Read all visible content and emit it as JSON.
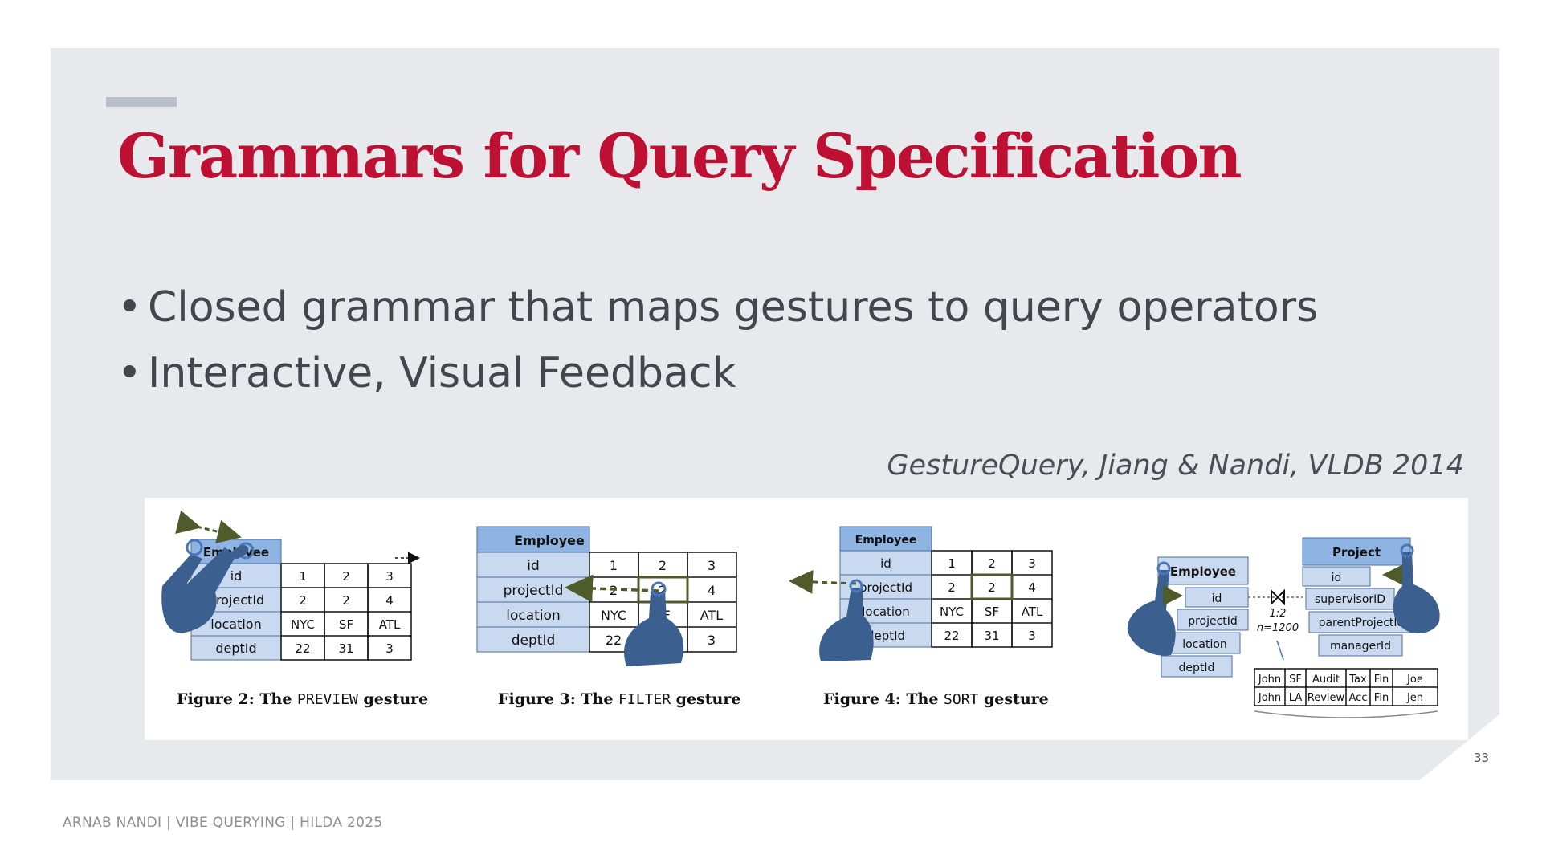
{
  "slide": {
    "title": "Grammars for Query Specification",
    "bullets": [
      "Closed grammar that maps gestures to query operators",
      "Interactive, Visual Feedback"
    ],
    "bullet_glyph": "•",
    "citation": "GestureQuery, Jiang & Nandi, VLDB 2014",
    "page_number": "33",
    "footer": "ARNAB NANDI | VIBE QUERYING | HILDA 2025"
  },
  "figures": {
    "employee_header": "Employee",
    "attributes": [
      "id",
      "projectId",
      "location",
      "deptId"
    ],
    "rows": [
      [
        "1",
        "2",
        "3"
      ],
      [
        "2",
        "2",
        "4"
      ],
      [
        "NYC",
        "SF",
        "ATL"
      ],
      [
        "22",
        "31",
        "3"
      ]
    ],
    "captions": [
      {
        "prefix": "Figure 2:  The ",
        "keyword": "PREVIEW",
        "suffix": " gesture"
      },
      {
        "prefix": "Figure 3:  The ",
        "keyword": "FILTER",
        "suffix": " gesture"
      },
      {
        "prefix": "Figure 4:  The ",
        "keyword": "SORT",
        "suffix": " gesture"
      }
    ],
    "join": {
      "project_header": "Project",
      "project_attributes": [
        "id",
        "supervisorID",
        "parentProjectId",
        "managerId"
      ],
      "ratio": "1:2",
      "count": "n=1200",
      "result_rows": [
        [
          "John",
          "SF",
          "Audit",
          "Tax",
          "Fin",
          "Joe"
        ],
        [
          "John",
          "LA",
          "Review",
          "Acc",
          "Fin",
          "Jen"
        ]
      ]
    }
  },
  "colors": {
    "title": "#bd1032",
    "panel": "#e8e9ec",
    "attribute_fill": "#c9daf0",
    "header_fill": "#8eb4e3",
    "hand": "#3b5f8e",
    "gesture_arrow": "#4f5b2a"
  }
}
